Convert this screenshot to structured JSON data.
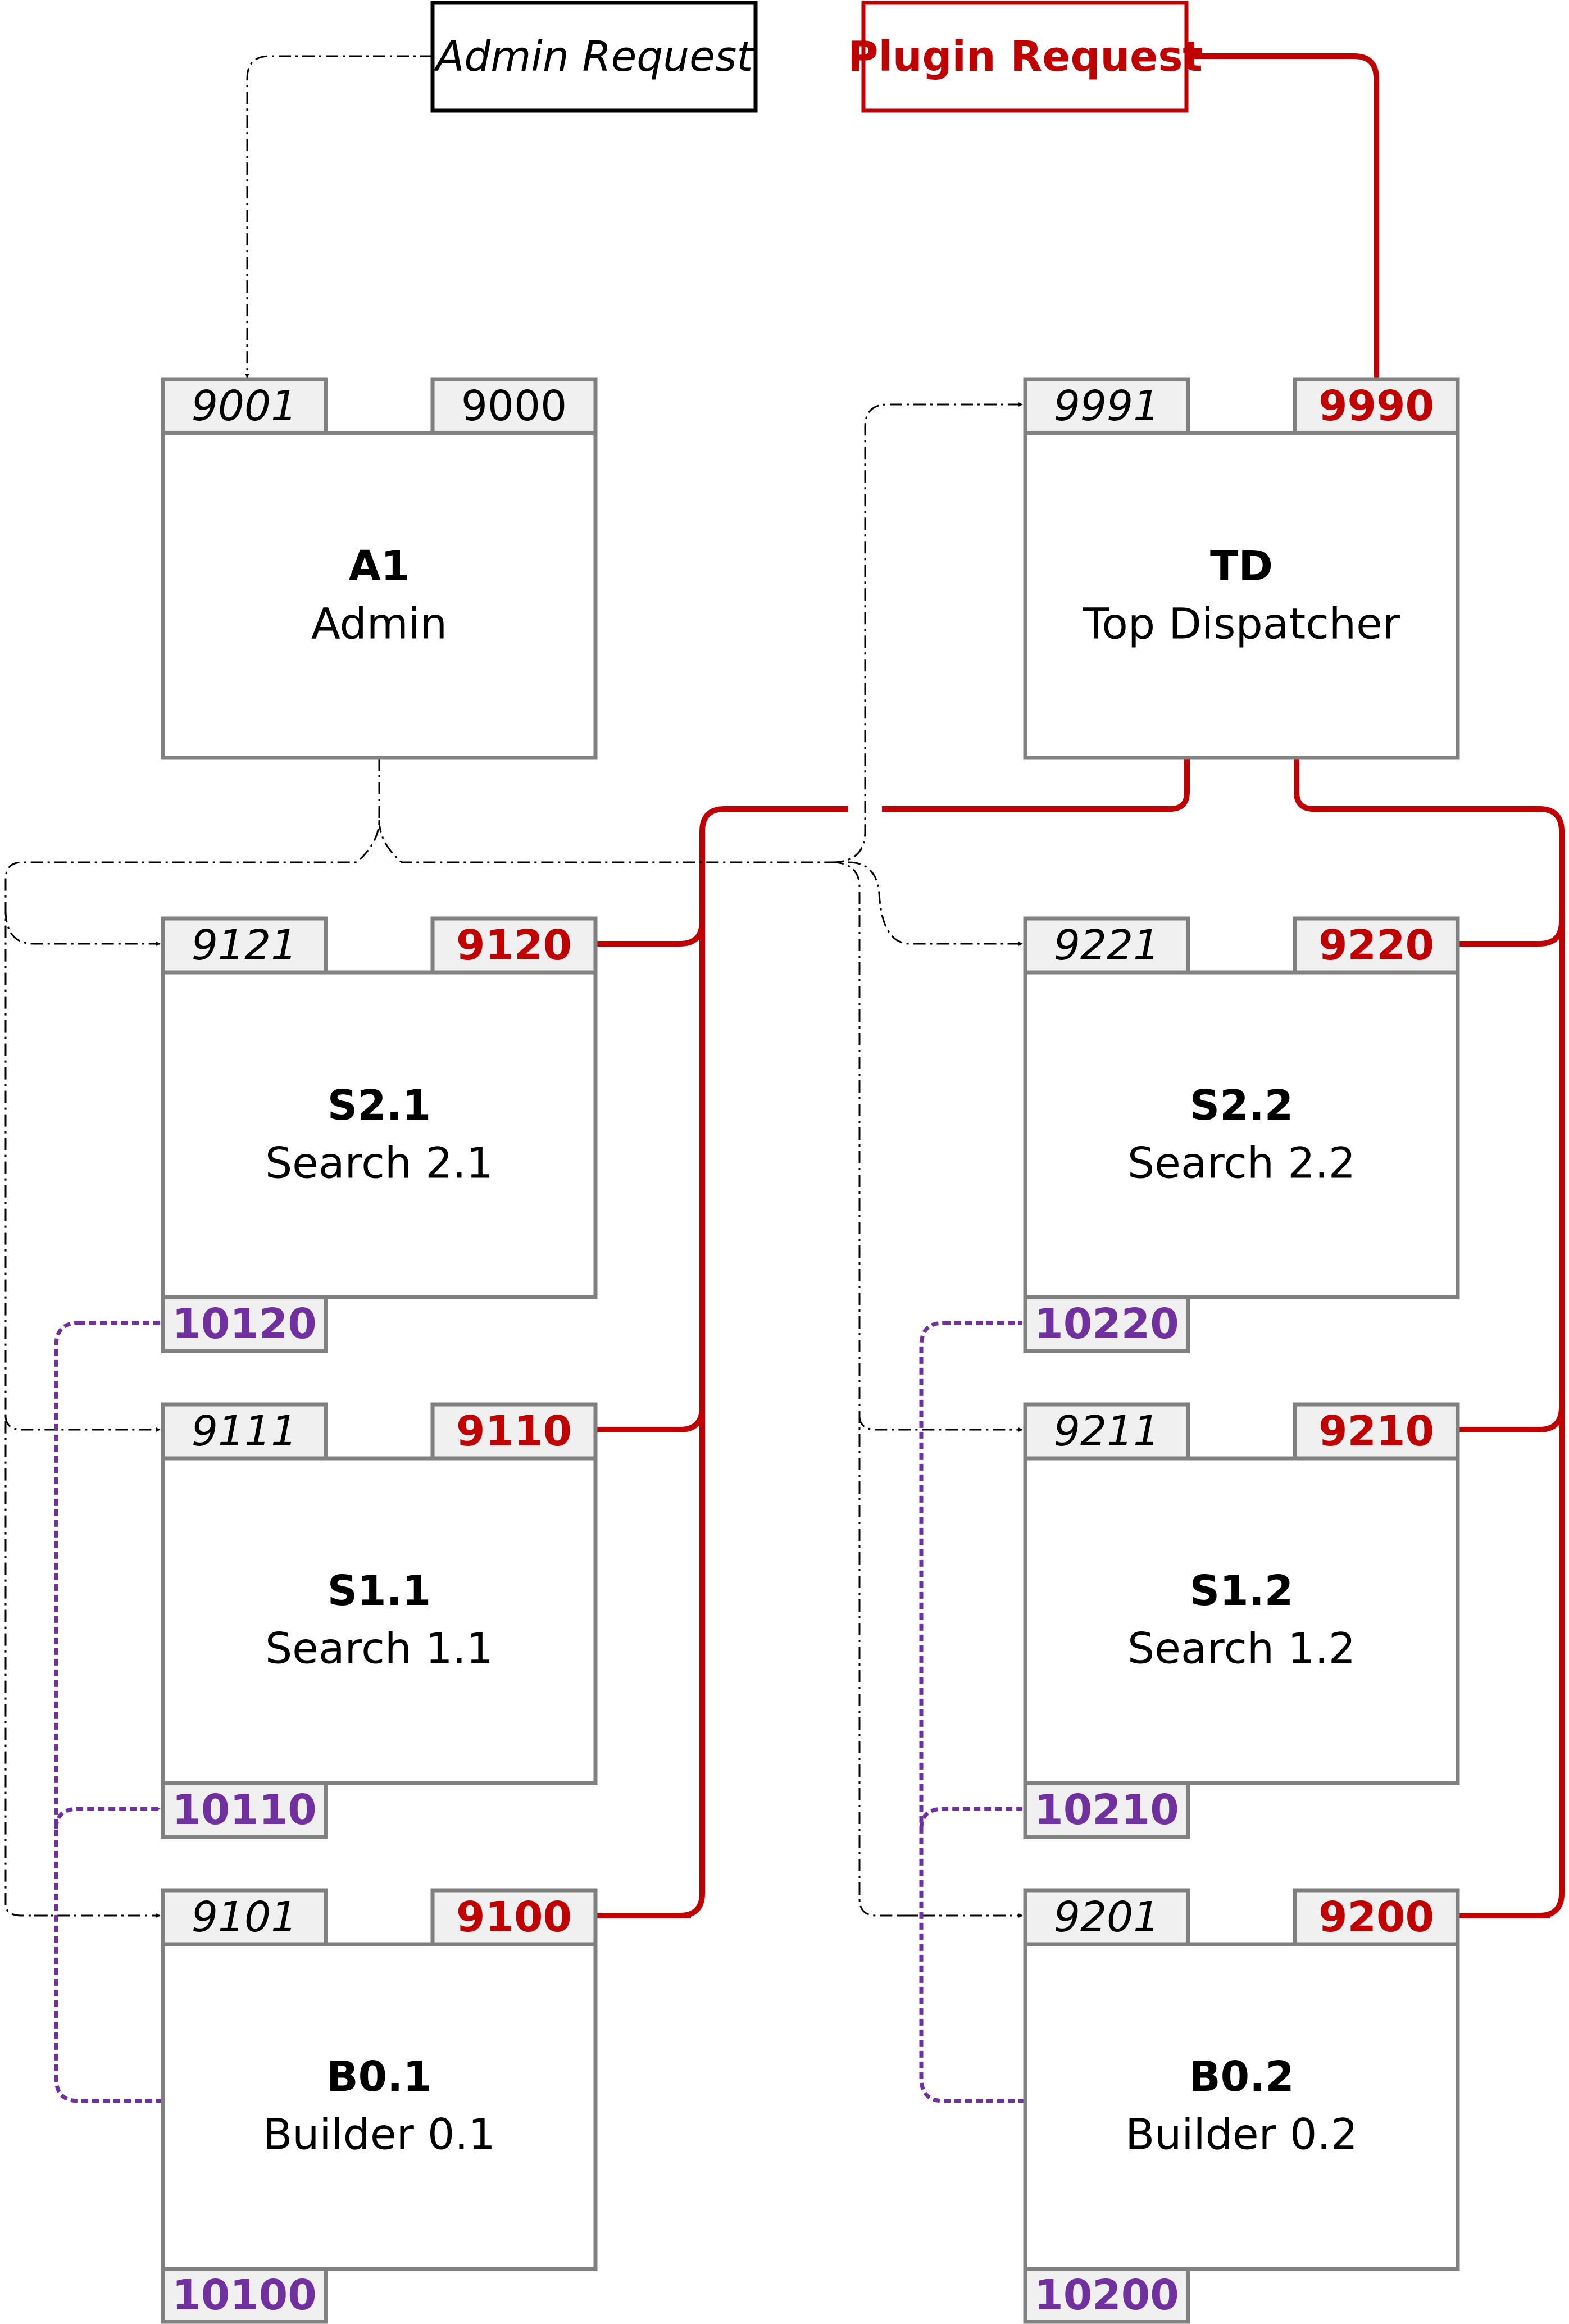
{
  "colors": {
    "plugin": "#c00000",
    "admin": "#000000",
    "replication": "#7030a0",
    "box_border": "#808080",
    "port_fill": "#f0f0f0",
    "node_fill": "#ffffff"
  },
  "requests": {
    "admin": {
      "label": "Admin Request"
    },
    "plugin": {
      "label": "Plugin Request"
    }
  },
  "nodes": {
    "a1": {
      "name": "A1",
      "role": "Admin",
      "admin_port": "9001",
      "plugin_port": "9000"
    },
    "td": {
      "name": "TD",
      "role": "Top Dispatcher",
      "admin_port": "9991",
      "plugin_port": "9990"
    },
    "s21": {
      "name": "S2.1",
      "role": "Search 2.1",
      "admin_port": "9121",
      "plugin_port": "9120",
      "repl_port": "10120"
    },
    "s22": {
      "name": "S2.2",
      "role": "Search 2.2",
      "admin_port": "9221",
      "plugin_port": "9220",
      "repl_port": "10220"
    },
    "s11": {
      "name": "S1.1",
      "role": "Search 1.1",
      "admin_port": "9111",
      "plugin_port": "9110",
      "repl_port": "10110"
    },
    "s12": {
      "name": "S1.2",
      "role": "Search 1.2",
      "admin_port": "9211",
      "plugin_port": "9210",
      "repl_port": "10210"
    },
    "b01": {
      "name": "B0.1",
      "role": "Builder 0.1",
      "admin_port": "9101",
      "plugin_port": "9100",
      "repl_port": "10100"
    },
    "b02": {
      "name": "B0.2",
      "role": "Builder 0.2",
      "admin_port": "9201",
      "plugin_port": "9200",
      "repl_port": "10200"
    }
  }
}
